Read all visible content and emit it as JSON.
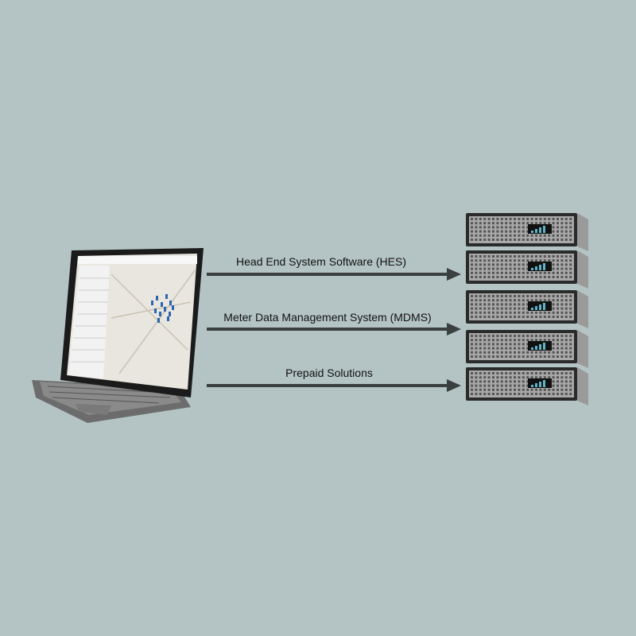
{
  "connections": [
    {
      "label": "Head End System Software (HES)"
    },
    {
      "label": "Meter Data Management System (MDMS)"
    },
    {
      "label": "Prepaid Solutions"
    }
  ],
  "colors": {
    "background": "#b4c4c4",
    "arrow": "#3a3f40"
  },
  "icons": {
    "client": "laptop-icon",
    "server": "server-rack-icon"
  }
}
